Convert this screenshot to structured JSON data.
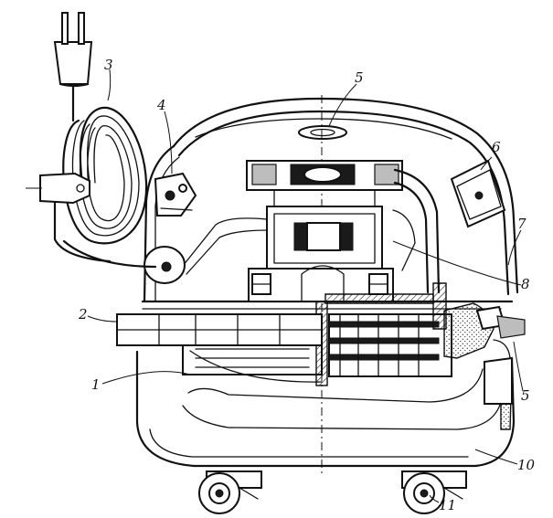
{
  "figure": {
    "callouts": [
      {
        "id": "callout-1",
        "text": "1"
      },
      {
        "id": "callout-2",
        "text": "2"
      },
      {
        "id": "callout-3",
        "text": "3"
      },
      {
        "id": "callout-4",
        "text": "4"
      },
      {
        "id": "callout-5-top",
        "text": "5"
      },
      {
        "id": "callout-6",
        "text": "6"
      },
      {
        "id": "callout-7",
        "text": "7"
      },
      {
        "id": "callout-8",
        "text": "8"
      },
      {
        "id": "callout-5-side",
        "text": "5"
      },
      {
        "id": "callout-10",
        "text": "10"
      },
      {
        "id": "callout-11",
        "text": "11"
      }
    ]
  }
}
